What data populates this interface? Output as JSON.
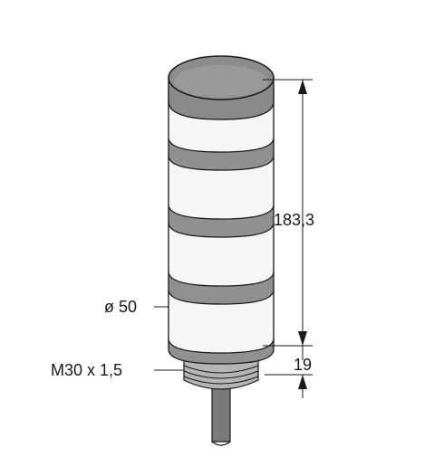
{
  "drawing": {
    "dimensions": {
      "height": "183,3",
      "thread_length": "19",
      "diameter": "ø 50",
      "thread": "M30 x 1,5"
    },
    "colors": {
      "line": "#1a1a1a",
      "lens": "#8c8c8c",
      "band": "#909090",
      "segment": "#f6f6f6",
      "thread": "#b4b4b4",
      "cable": "#7a7a7a"
    }
  }
}
